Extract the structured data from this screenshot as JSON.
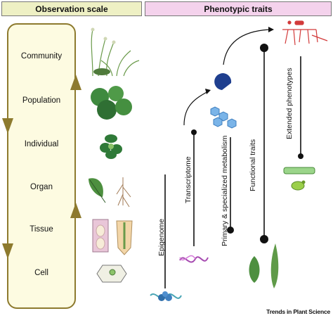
{
  "headers": {
    "observation_scale": "Observation scale",
    "phenotypic_traits": "Phenotypic traits"
  },
  "scale_levels": [
    "Community",
    "Population",
    "Individual",
    "Organ",
    "Tissue",
    "Cell"
  ],
  "traits": {
    "epigenome": "Epigenome",
    "transcriptome": "Transcriptome",
    "metabolism": "Primary & specialized metabolism",
    "functional": "Functional traits",
    "extended": "Extended phenotypes"
  },
  "credit": "Trends in Plant Science",
  "colors": {
    "panel_fill": "#fdfbe1",
    "panel_border": "#8d7a2e",
    "arrow": "#8d7a2e",
    "header_left": "#eef0c4",
    "header_right": "#f4d2ec"
  }
}
